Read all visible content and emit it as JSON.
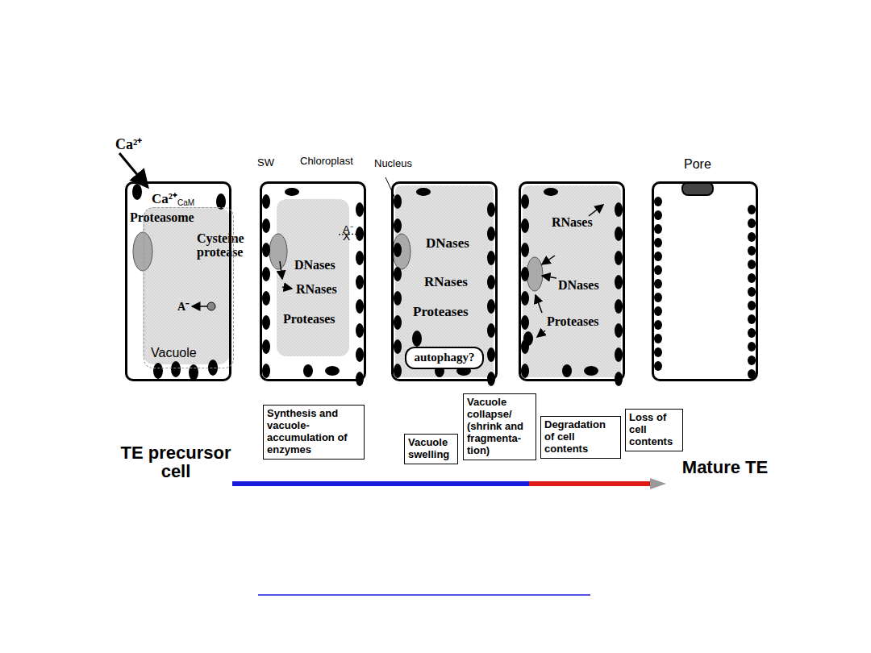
{
  "diagram": {
    "nodes": [
      {
        "text": [
          "Ca²⁺",
          "CaM",
          "Proteasome",
          "Cysteine protease",
          "A⁻"
        ]
      },
      {
        "text": [
          "Vacuole"
        ],
        "in": 0
      },
      {
        "text": [
          "A⁻",
          "X",
          "DNases",
          "RNases",
          "Proteases"
        ]
      },
      {
        "text": [
          "DNases",
          "RNases",
          "Proteases"
        ]
      },
      {
        "text": [
          "autophagy?"
        ],
        "in": 3
      },
      {
        "text": [
          "RNases",
          "DNases",
          "Proteases"
        ]
      },
      {
        "text": [
          "Pore"
        ]
      },
      {
        "text": [
          "Synthesis and vacuole-accumulation of enzymes"
        ]
      },
      {
        "text": [
          "Vacuole swelling"
        ]
      },
      {
        "text": [
          "Vacuole collapse/ (shrink and fragmenta- tion)"
        ]
      },
      {
        "text": [
          "Degradation of cell contents"
        ]
      },
      {
        "text": [
          "Loss of cell contents"
        ]
      }
    ],
    "labels": [
      "Ca²⁺",
      "SW",
      "Chloroplast",
      "Nucleus",
      "TE precursor cell",
      "Mature TE"
    ]
  }
}
